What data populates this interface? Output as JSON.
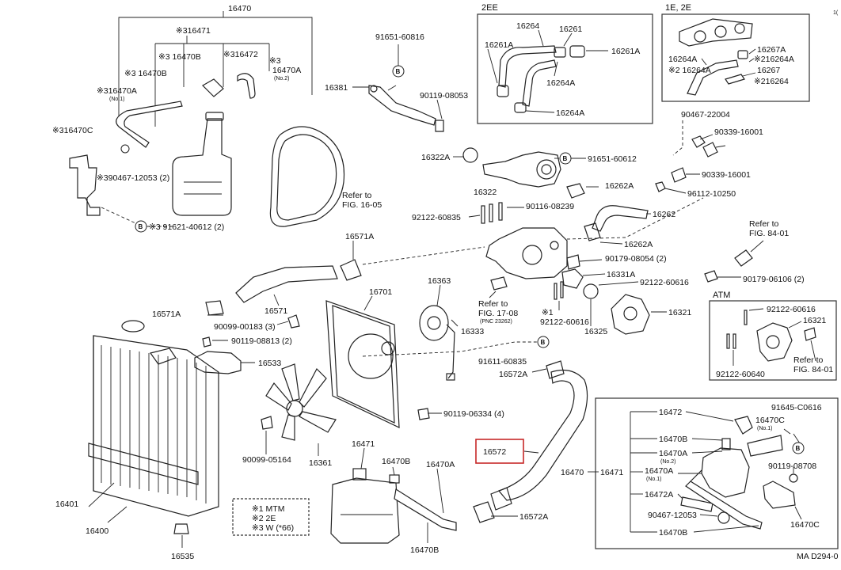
{
  "labels": {
    "l16470": "16470",
    "l16471": "※316471",
    "l16470B_top": "※3 16470B",
    "l16472_top": "※316472",
    "l16470A_top": "※3",
    "l16470A_top2": "16470A",
    "l16470A_top_no2": "(No.2)",
    "l16470B_top2": "※3 16470B",
    "l16470A_left": "※316470A",
    "l16470A_left_no1": "(No.1)",
    "l16470C": "※316470C",
    "l90467_12053": "※390467-12053 (2)",
    "l91621": "※3 91621-40612 (2)",
    "l91651_60816": "91651-60816",
    "l16381": "16381",
    "l90119_08053": "90119-08053",
    "refer_1605_a": "Refer to",
    "refer_1605_b": "FIG. 16-05",
    "l16571A_top": "16571A",
    "l16571": "16571",
    "l16571A_left": "16571A",
    "l90099_00183": "90099-00183 (3)",
    "l90119_08813": "90119-08813 (2)",
    "l16533": "16533",
    "l16701": "16701",
    "l16363": "16363",
    "l16333": "16333",
    "l16361": "16361",
    "l90099_05164": "90099-05164",
    "l90119_06334": "90119-06334 (4)",
    "l16401": "16401",
    "l16400": "16400",
    "l16535": "16535",
    "l16471_bot": "16471",
    "l16470B_bot": "16470B",
    "l16470A_bot": "16470A",
    "l16470B_bot2": "16470B",
    "note1": "※1 MTM",
    "note2": "※2 2E",
    "note3": "※3 W (*66)",
    "hdr_2EE": "2EE",
    "l16264": "16264",
    "l16261": "16261",
    "l16261A_a": "16261A",
    "l16261A_b": "16261A",
    "l16264A_a": "16264A",
    "l16264A_b": "16264A",
    "hdr_1E2E": "1E, 2E",
    "l16267A": "16267A",
    "l216264A": "※216264A",
    "l16264A_c": "16264A",
    "l2_16264A": "※2 16264A",
    "l16267": "16267",
    "l216264": "※216264",
    "l90467_22004": "90467-22004",
    "l90339_16001_a": "90339-16001",
    "l90339_16001_b": "90339-16001",
    "l96112_10250": "96112-10250",
    "l16322A": "16322A",
    "l91651_60612": "91651-60612",
    "l16322": "16322",
    "l16262A_a": "16262A",
    "l90116_08239": "90116-08239",
    "l16262": "16262",
    "l92122_60835": "92122-60835",
    "l16262A_b": "16262A",
    "l90179_08054": "90179-08054 (2)",
    "l16331A": "16331A",
    "l92122_60616_a": "92122-60616",
    "refer_1708_a": "Refer to",
    "refer_1708_b": "FIG. 17-08",
    "refer_1708_c": "(PNC 23262)",
    "l92122_60616_b": "92122-60616",
    "l92122_60616_b_mark": "※1",
    "l16325": "16325",
    "l16321": "16321",
    "refer_8401_a": "Refer to",
    "refer_8401_b": "FIG. 84-01",
    "l90179_06106": "90179-06106 (2)",
    "hdr_ATM": "ATM",
    "l92122_60616_c": "92122-60616",
    "l16321_atm": "16321",
    "l92122_60640": "92122-60640",
    "refer_8401_c": "Refer to",
    "refer_8401_d": "FIG. 84-01",
    "l91611_60835": "91611-60835",
    "l16572A_top": "16572A",
    "l16572": "16572",
    "l16572A_bot": "16572A",
    "l16472": "16472",
    "l91645_C0616": "91645-C0616",
    "l16470C_r": "16470C",
    "l16470C_r_no1": "(No.1)",
    "l16470B_r": "16470B",
    "l16470A_r": "16470A",
    "l16470A_r_no2": "(No.2)",
    "l16471_r": "16471",
    "l16470A_r2": "16470A",
    "l16470A_r2_no1": "(No.1)",
    "l90119_08708": "90119-08708",
    "l16472A": "16472A",
    "l90467_12053_r": "90467-12053",
    "l16470B_r2": "16470B",
    "l16470C_r2": "16470C",
    "code": "MA D294-0",
    "corner": "1("
  },
  "callouts": {
    "b": "B"
  },
  "colors": {
    "highlight": "#c62828",
    "ink": "#222222"
  }
}
